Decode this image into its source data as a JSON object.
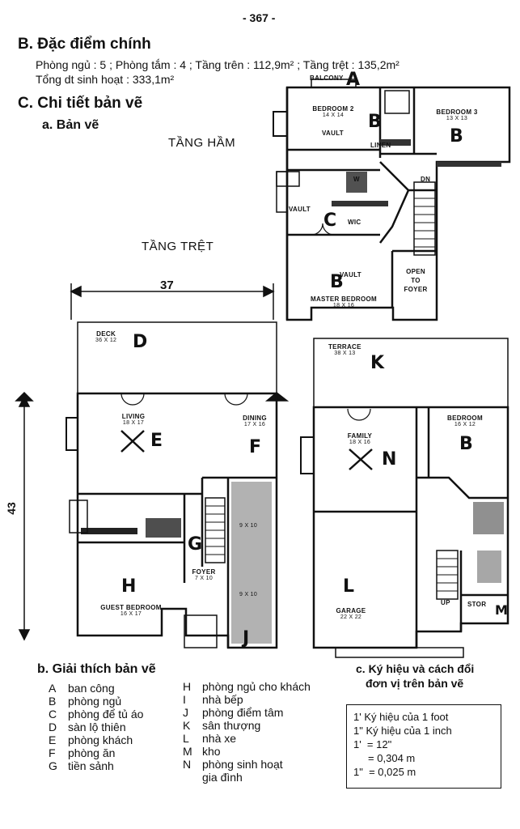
{
  "page_number": "- 367 -",
  "section_b": {
    "heading": "B. Đặc điểm chính",
    "line1": "Phòng ngủ : 5 ; Phòng tắm : 4 ; Tầng trên : 112,9m² ; Tầng trệt : 135,2m²",
    "line2": "Tổng dt sinh hoạt : 333,1m²"
  },
  "section_c": {
    "heading": "C. Chi tiết bản vẽ",
    "sub_a": "a. Bản vẽ",
    "sub_b": "b. Giải thích bản vẽ",
    "sub_c_line1": "c. Ký hiệu và cách đổi",
    "sub_c_line2": "đơn vị trên bản vẽ"
  },
  "floors": {
    "basement": "TẦNG HẦM",
    "ground": "TẦNG TRỆT"
  },
  "dimensions": {
    "width": "37",
    "depth": "43"
  },
  "upper_plan": {
    "balcony": "BALCONY",
    "bedroom2": "BEDROOM 2",
    "bedroom2_dim": "14 X 14",
    "bedroom3": "BEDROOM 3",
    "bedroom3_dim": "13 X 13",
    "vault1": "VAULT",
    "linen": "LINEN",
    "dn": "DN",
    "vault2": "VAULT",
    "wic": "WIC",
    "vault3": "VAULT",
    "w": "W",
    "open_to_foyer": [
      "OPEN",
      "TO",
      "FOYER"
    ],
    "master": "MASTER BEDROOM",
    "master_dim": "18 X 16"
  },
  "ground_left": {
    "deck": "DECK",
    "deck_dim": "36 X 12",
    "living": "LIVING",
    "living_dim": "18 X 17",
    "dining": "DINING",
    "dining_dim": "17 X 16",
    "kitchen_dim": "9 X 10",
    "breakfast_dim": "9 X 10",
    "foyer": "FOYER",
    "foyer_dim": "7 X 10",
    "guest": "GUEST BEDROOM",
    "guest_dim": "16 X 17"
  },
  "ground_right": {
    "terrace": "TERRACE",
    "terrace_dim": "38 X 13",
    "family": "FAMILY",
    "family_dim": "18 X 16",
    "bedroom": "BEDROOM",
    "bedroom_dim": "16 X 12",
    "garage": "GARAGE",
    "garage_dim": "22 X 22",
    "up": "UP",
    "stor": "STOR"
  },
  "handwritten": {
    "A": "A",
    "B": "B",
    "C": "C",
    "D": "D",
    "E": "E",
    "F": "F",
    "G": "G",
    "H": "H",
    "J": "J",
    "K": "K",
    "L": "L",
    "M": "M",
    "N": "N"
  },
  "legend_left": [
    {
      "k": "A",
      "v": "ban công"
    },
    {
      "k": "B",
      "v": "phòng ngủ"
    },
    {
      "k": "C",
      "v": "phòng để tủ áo"
    },
    {
      "k": "D",
      "v": "sàn lộ thiên"
    },
    {
      "k": "E",
      "v": "phòng khách"
    },
    {
      "k": "F",
      "v": "phòng ăn"
    },
    {
      "k": "G",
      "v": "tiền sảnh"
    }
  ],
  "legend_right": [
    {
      "k": "H",
      "v": "phòng ngủ cho khách"
    },
    {
      "k": "I",
      "v": "nhà bếp"
    },
    {
      "k": "J",
      "v": "phòng điểm tâm"
    },
    {
      "k": "K",
      "v": "sân thượng"
    },
    {
      "k": "L",
      "v": "nhà xe"
    },
    {
      "k": "M",
      "v": "kho"
    },
    {
      "k": "N",
      "v": "phòng sinh hoạt"
    },
    {
      "k": "",
      "v": "gia đình"
    }
  ],
  "units": [
    "1' Ký hiệu của 1 foot",
    "1\" Ký hiệu của 1 inch",
    "1'  = 12\"",
    "     = 0,304 m",
    "1\"  = 0,025 m"
  ]
}
